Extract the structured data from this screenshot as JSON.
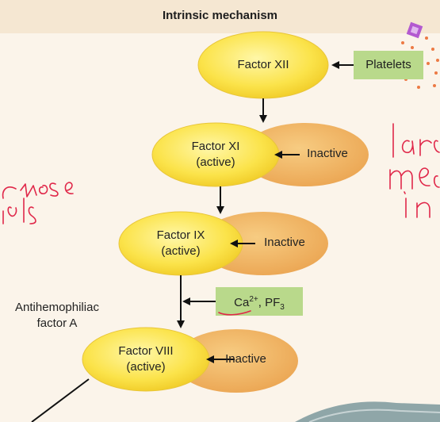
{
  "header": {
    "title": "Intrinsic mechanism"
  },
  "nodes": {
    "factor_xii": {
      "label": "Factor XII"
    },
    "factor_xi": {
      "line1": "Factor XI",
      "line2": "(active)",
      "inactive": "Inactive"
    },
    "factor_ix": {
      "line1": "Factor IX",
      "line2": "(active)",
      "inactive": "Inactive"
    },
    "factor_viii": {
      "line1": "Factor VIII",
      "line2": "(active)",
      "inactive": "Inactive"
    }
  },
  "boxes": {
    "platelets": "Platelets",
    "cofactors": {
      "ca": "Ca",
      "ca_sup": "2+",
      "pf": ", PF",
      "pf_sub": "3"
    }
  },
  "side_label": {
    "line1": "Antihemophiliac",
    "line2": "factor A"
  },
  "colors": {
    "header_bg": "#f5e7d2",
    "active_fill": "#fbe34a",
    "inactive_fill": "#f0b563",
    "box_fill": "#b9d98b",
    "annotation_ink": "#e0284a"
  }
}
